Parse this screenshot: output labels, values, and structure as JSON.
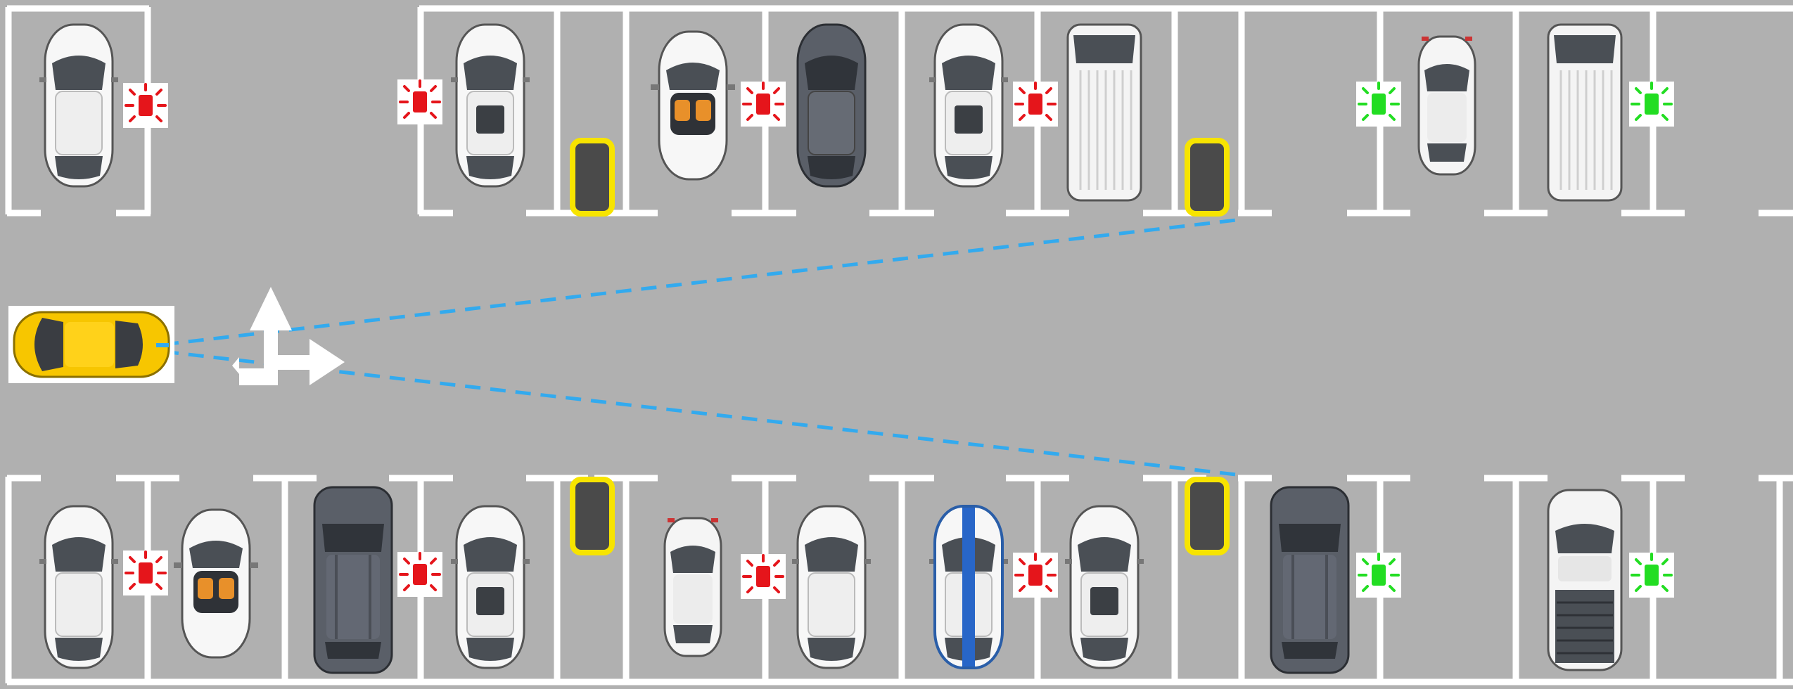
{
  "lot": {
    "colors": {
      "asphalt": "#b0b0b0",
      "line": "#ffffff",
      "occupied_light": "#e5151b",
      "free_light": "#22dd22",
      "sensor_outline": "#f7e400",
      "sensor_fill": "#4a4a4a",
      "sight_line": "#33aaee",
      "ego_car": "#f7c600"
    },
    "top_cars": [
      {
        "type": "sedan",
        "color": "white"
      },
      {
        "type": "sedan-sunroof",
        "color": "white"
      },
      {
        "type": "convertible",
        "color": "white"
      },
      {
        "type": "sedan",
        "color": "dark-gray"
      },
      {
        "type": "sedan-sunroof",
        "color": "white"
      },
      {
        "type": "van",
        "color": "white"
      },
      {
        "type": "hatchback",
        "color": "white"
      },
      {
        "type": "van",
        "color": "white"
      }
    ],
    "bottom_cars": [
      {
        "type": "sedan",
        "color": "white"
      },
      {
        "type": "convertible",
        "color": "white"
      },
      {
        "type": "suv",
        "color": "dark-gray"
      },
      {
        "type": "sedan-sunroof",
        "color": "white"
      },
      {
        "type": "hatchback",
        "color": "white"
      },
      {
        "type": "sedan",
        "color": "white"
      },
      {
        "type": "sport-stripe",
        "color": "white-blue"
      },
      {
        "type": "sedan-sunroof",
        "color": "white"
      },
      {
        "type": "suv",
        "color": "dark-gray"
      },
      {
        "type": "pickup",
        "color": "white"
      }
    ],
    "top_indicators": [
      {
        "status": "occupied",
        "icon": "red-alarm-light-icon"
      },
      {
        "status": "occupied",
        "icon": "red-alarm-light-icon"
      },
      {
        "status": "occupied",
        "icon": "red-alarm-light-icon"
      },
      {
        "status": "occupied",
        "icon": "red-alarm-light-icon"
      },
      {
        "status": "free",
        "icon": "green-alarm-light-icon"
      },
      {
        "status": "free",
        "icon": "green-alarm-light-icon"
      }
    ],
    "bottom_indicators": [
      {
        "status": "occupied",
        "icon": "red-alarm-light-icon"
      },
      {
        "status": "occupied",
        "icon": "red-alarm-light-icon"
      },
      {
        "status": "occupied",
        "icon": "red-alarm-light-icon"
      },
      {
        "status": "occupied",
        "icon": "red-alarm-light-icon"
      },
      {
        "status": "free",
        "icon": "green-alarm-light-icon"
      },
      {
        "status": "free",
        "icon": "green-alarm-light-icon"
      }
    ],
    "sensors": 4,
    "road_marking": "left-straight-right-arrow-icon"
  }
}
